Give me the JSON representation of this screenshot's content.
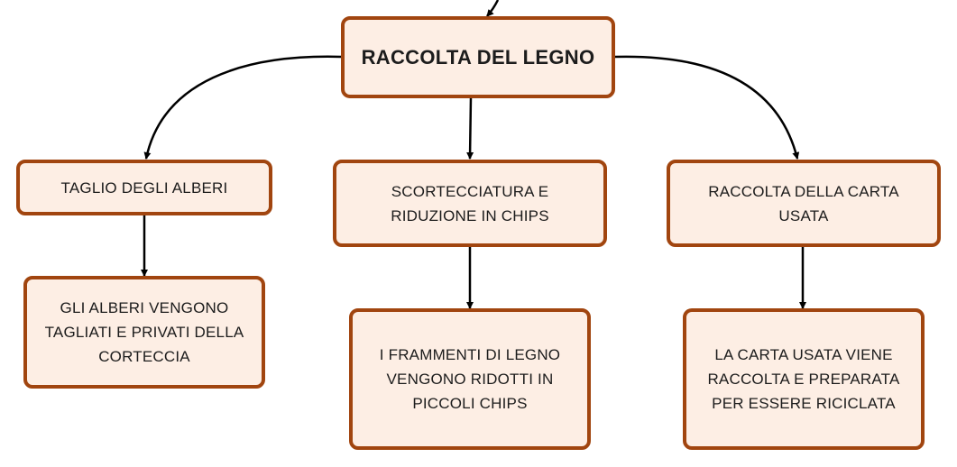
{
  "diagram": {
    "colors": {
      "box_fill": "#fdeee4",
      "box_border": "#a1450f",
      "connector": "#000000",
      "text": "#1c1c1c"
    },
    "root": {
      "label": "RACCOLTA DEL LEGNO"
    },
    "branches": [
      {
        "title": "TAGLIO DEGLI ALBERI",
        "detail": "GLI ALBERI VENGONO TAGLIATI E PRIVATI DELLA CORTECCIA"
      },
      {
        "title": "SCORTECCIATURA E RIDUZIONE IN CHIPS",
        "detail": "I FRAMMENTI DI LEGNO VENGONO RIDOTTI IN PICCOLI CHIPS"
      },
      {
        "title": "RACCOLTA DELLA CARTA USATA",
        "detail": "LA CARTA USATA VIENE RACCOLTA E PREPARATA PER ESSERE RICICLATA"
      }
    ]
  }
}
